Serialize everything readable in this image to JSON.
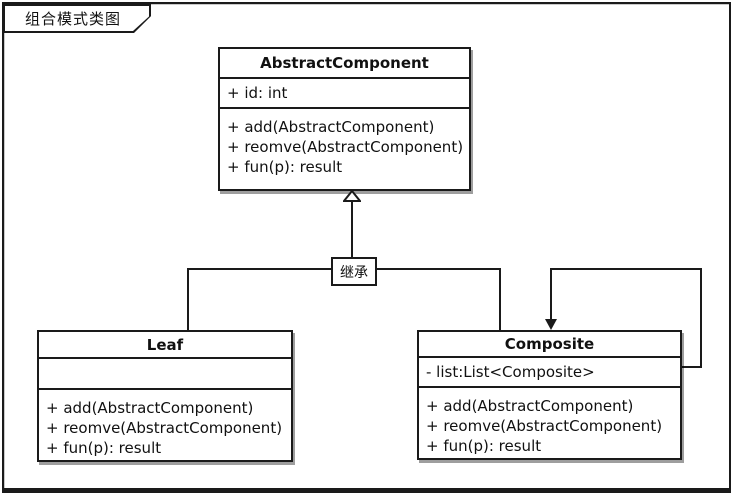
{
  "frame": {
    "title": "组合模式类图"
  },
  "connector": {
    "inheritance_label": "继承"
  },
  "classes": [
    {
      "name": "AbstractComponent",
      "attributes": [
        "+ id: int"
      ],
      "methods": [
        "+ add(AbstractComponent)",
        "+ reomve(AbstractComponent)",
        "+ fun(p): result"
      ]
    },
    {
      "name": "Leaf",
      "attributes": [],
      "methods": [
        "+ add(AbstractComponent)",
        "+ reomve(AbstractComponent)",
        "+ fun(p): result"
      ]
    },
    {
      "name": "Composite",
      "attributes": [
        "- list:List<Composite>"
      ],
      "methods": [
        "+ add(AbstractComponent)",
        "+ reomve(AbstractComponent)",
        "+ fun(p): result"
      ]
    }
  ],
  "colors": {
    "line": "#1a1a1a",
    "background": "#ffffff",
    "box_fill": "#ffffff",
    "shadow": "#9e9e9e"
  }
}
